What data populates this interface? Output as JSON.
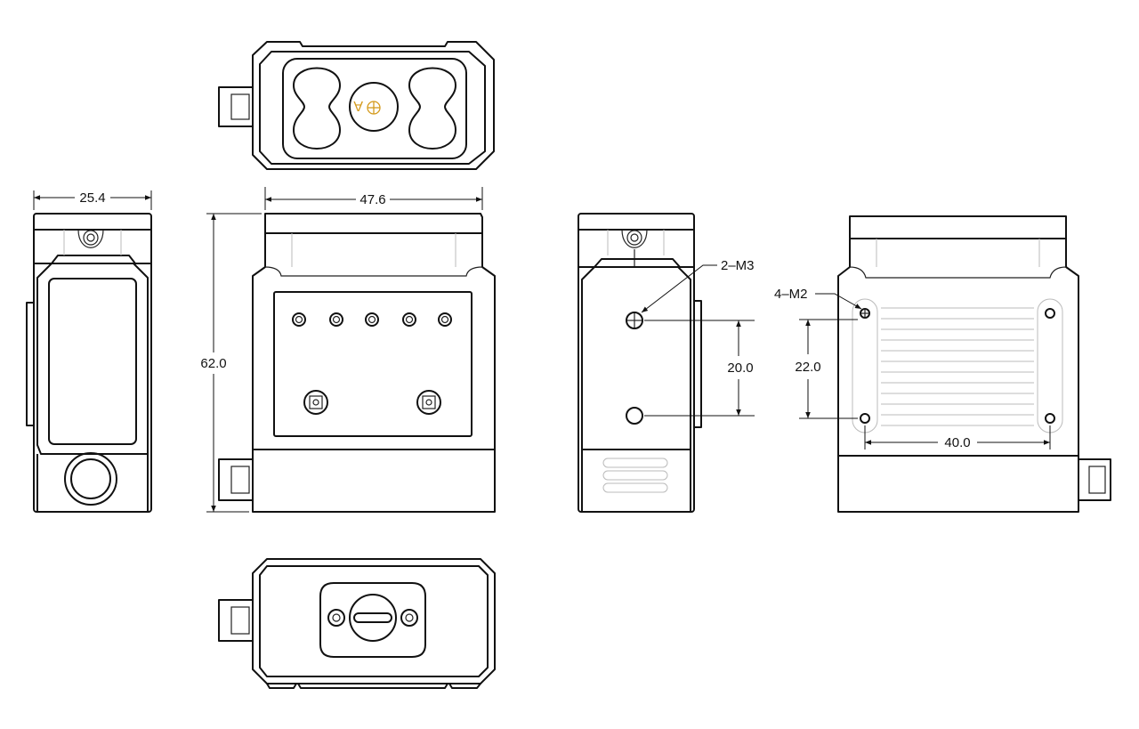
{
  "views": {
    "top": {
      "marking_text": "A"
    },
    "left": {
      "width_dim": "25.4"
    },
    "front": {
      "width_dim": "47.6",
      "height_dim": "62.0"
    },
    "back": {
      "hole_callout": "2–M3",
      "hole_spacing_dim": "20.0"
    },
    "right": {
      "hole_callout": "4–M2",
      "vertical_spacing_dim": "22.0",
      "horizontal_spacing_dim": "40.0"
    },
    "bottom": {}
  },
  "colors": {
    "line": "#111111",
    "marking": "#d49a1c",
    "background": "#ffffff"
  }
}
